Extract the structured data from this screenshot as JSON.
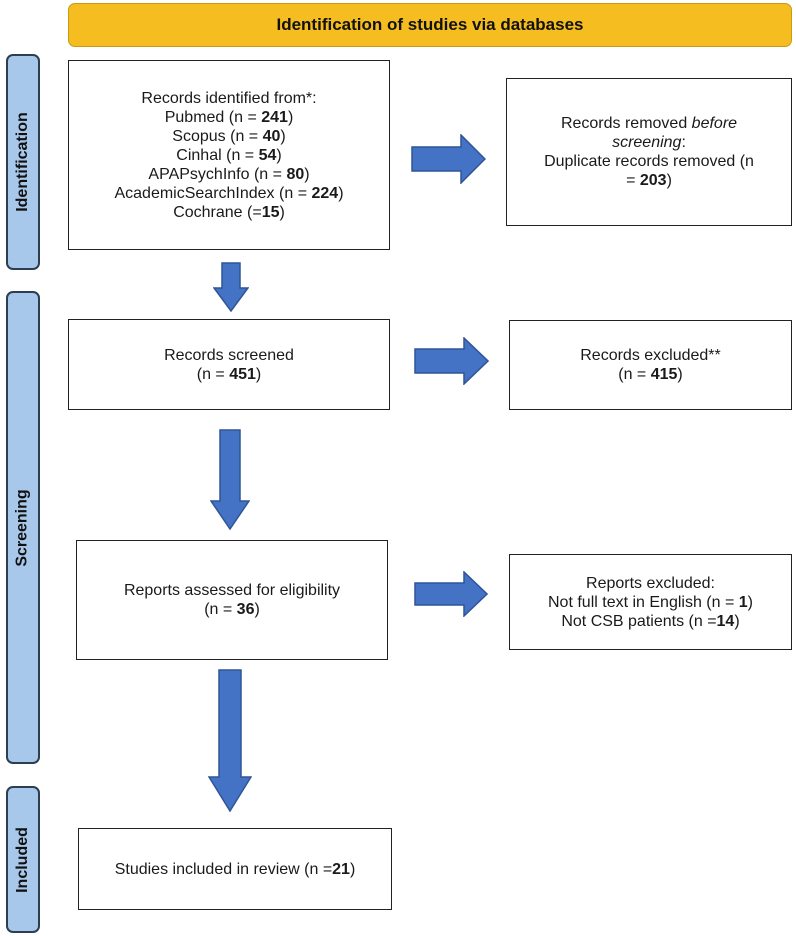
{
  "header": {
    "title": "Identification of studies via databases"
  },
  "phases": {
    "identification": "Identification",
    "screening": "Screening",
    "included": "Included"
  },
  "identification_box": {
    "title": "Records identified from*:",
    "sources": [
      {
        "name": "Pubmed",
        "prefix": "(n = ",
        "value": "241",
        "suffix": ")"
      },
      {
        "name": "Scopus",
        "prefix": "(n = ",
        "value": "40",
        "suffix": ")"
      },
      {
        "name": "Cinhal",
        "prefix": "(n = ",
        "value": "54",
        "suffix": ")"
      },
      {
        "name": "APAPsychInfo",
        "prefix": "(n = ",
        "value": "80",
        "suffix": ")"
      },
      {
        "name": "AcademicSearchIndex",
        "prefix": "(n = ",
        "value": "224",
        "suffix": ")"
      },
      {
        "name": "Cochrane",
        "prefix": "(=",
        "value": "15",
        "suffix": ")"
      }
    ]
  },
  "removed_box": {
    "line1": "Records removed ",
    "line1_em": "before",
    "line2_em": "screening",
    "line2_tail": ":",
    "line3": "Duplicate records removed (n",
    "line4_prefix": "= ",
    "value": "203",
    "line4_suffix": ")"
  },
  "screened_box": {
    "title": "Records screened",
    "prefix": "(n = ",
    "value": "451",
    "suffix": ")"
  },
  "excluded_box": {
    "title": "Records excluded**",
    "prefix": "(n = ",
    "value": "415",
    "suffix": ")"
  },
  "eligibility_box": {
    "title": "Reports assessed for eligibility",
    "prefix": "(n = ",
    "value": "36",
    "suffix": ")"
  },
  "reports_excluded_box": {
    "title": "Reports excluded:",
    "reasons": [
      {
        "text": "Not full text in English (n = ",
        "value": "1",
        "suffix": ")"
      },
      {
        "text": "Not CSB patients (n =",
        "value": "14",
        "suffix": ")"
      }
    ]
  },
  "included_box": {
    "title": "Studies included in review (n =",
    "value": "21",
    "suffix": ")"
  },
  "colors": {
    "banner": "#f5bd1f",
    "phase_fill": "#a7c8ea",
    "arrow_fill": "#4472c4",
    "arrow_stroke": "#2f5597"
  }
}
